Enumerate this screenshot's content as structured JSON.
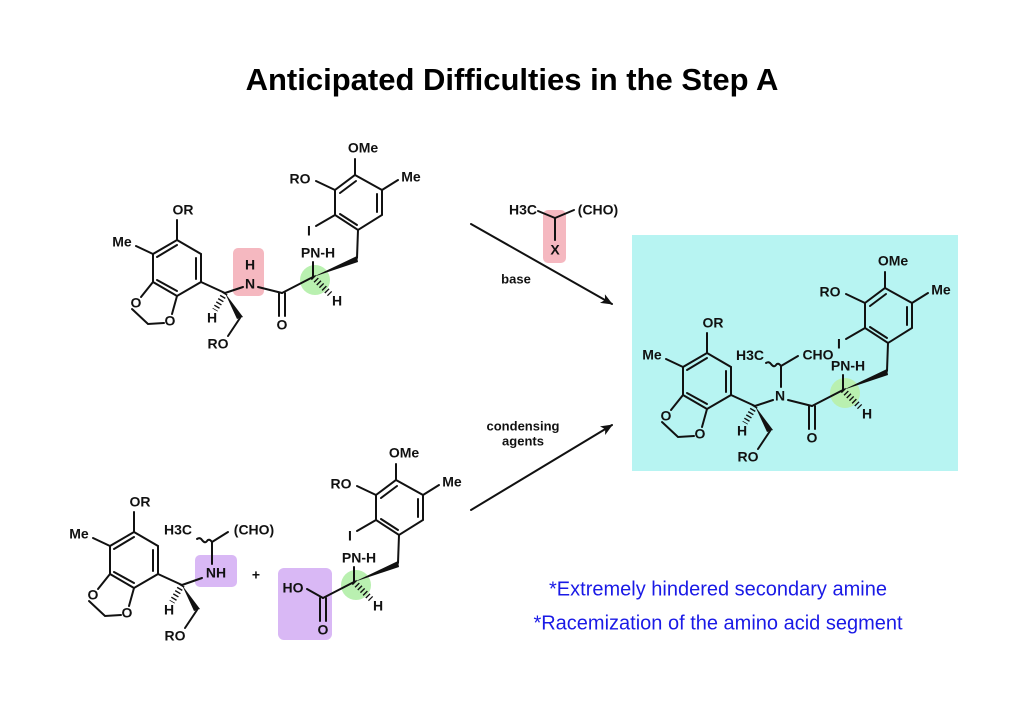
{
  "title": "Anticipated Difficulties in the Step A",
  "labels": {
    "OR": "OR",
    "Me": "Me",
    "RO": "RO",
    "OMe": "OMe",
    "I": "I",
    "PNH": "PN-H",
    "H": "H",
    "O": "O",
    "N": "N",
    "NH": "NH",
    "HO": "HO",
    "H3C": "H3C",
    "CHO": "CHO",
    "CHO_paren": "(CHO)",
    "X": "X",
    "plus": "+"
  },
  "reagents": {
    "top_arrow": {
      "label": "base",
      "reagent": {
        "left": "H3C",
        "right": "(CHO)",
        "leaving_group": "X"
      }
    },
    "bottom_arrow": {
      "line1": "condensing",
      "line2": "agents"
    }
  },
  "notes": [
    "*Extremely hindered secondary amine",
    "*Racemization of the amino acid segment"
  ],
  "colors": {
    "product_box": "#b7f4f2",
    "nh_highlight": "#f5b8c0",
    "stereocenter_highlight": "#b9f0b0",
    "coupling_highlight": "#d9b8f5",
    "note_text": "#1a1ae6"
  }
}
